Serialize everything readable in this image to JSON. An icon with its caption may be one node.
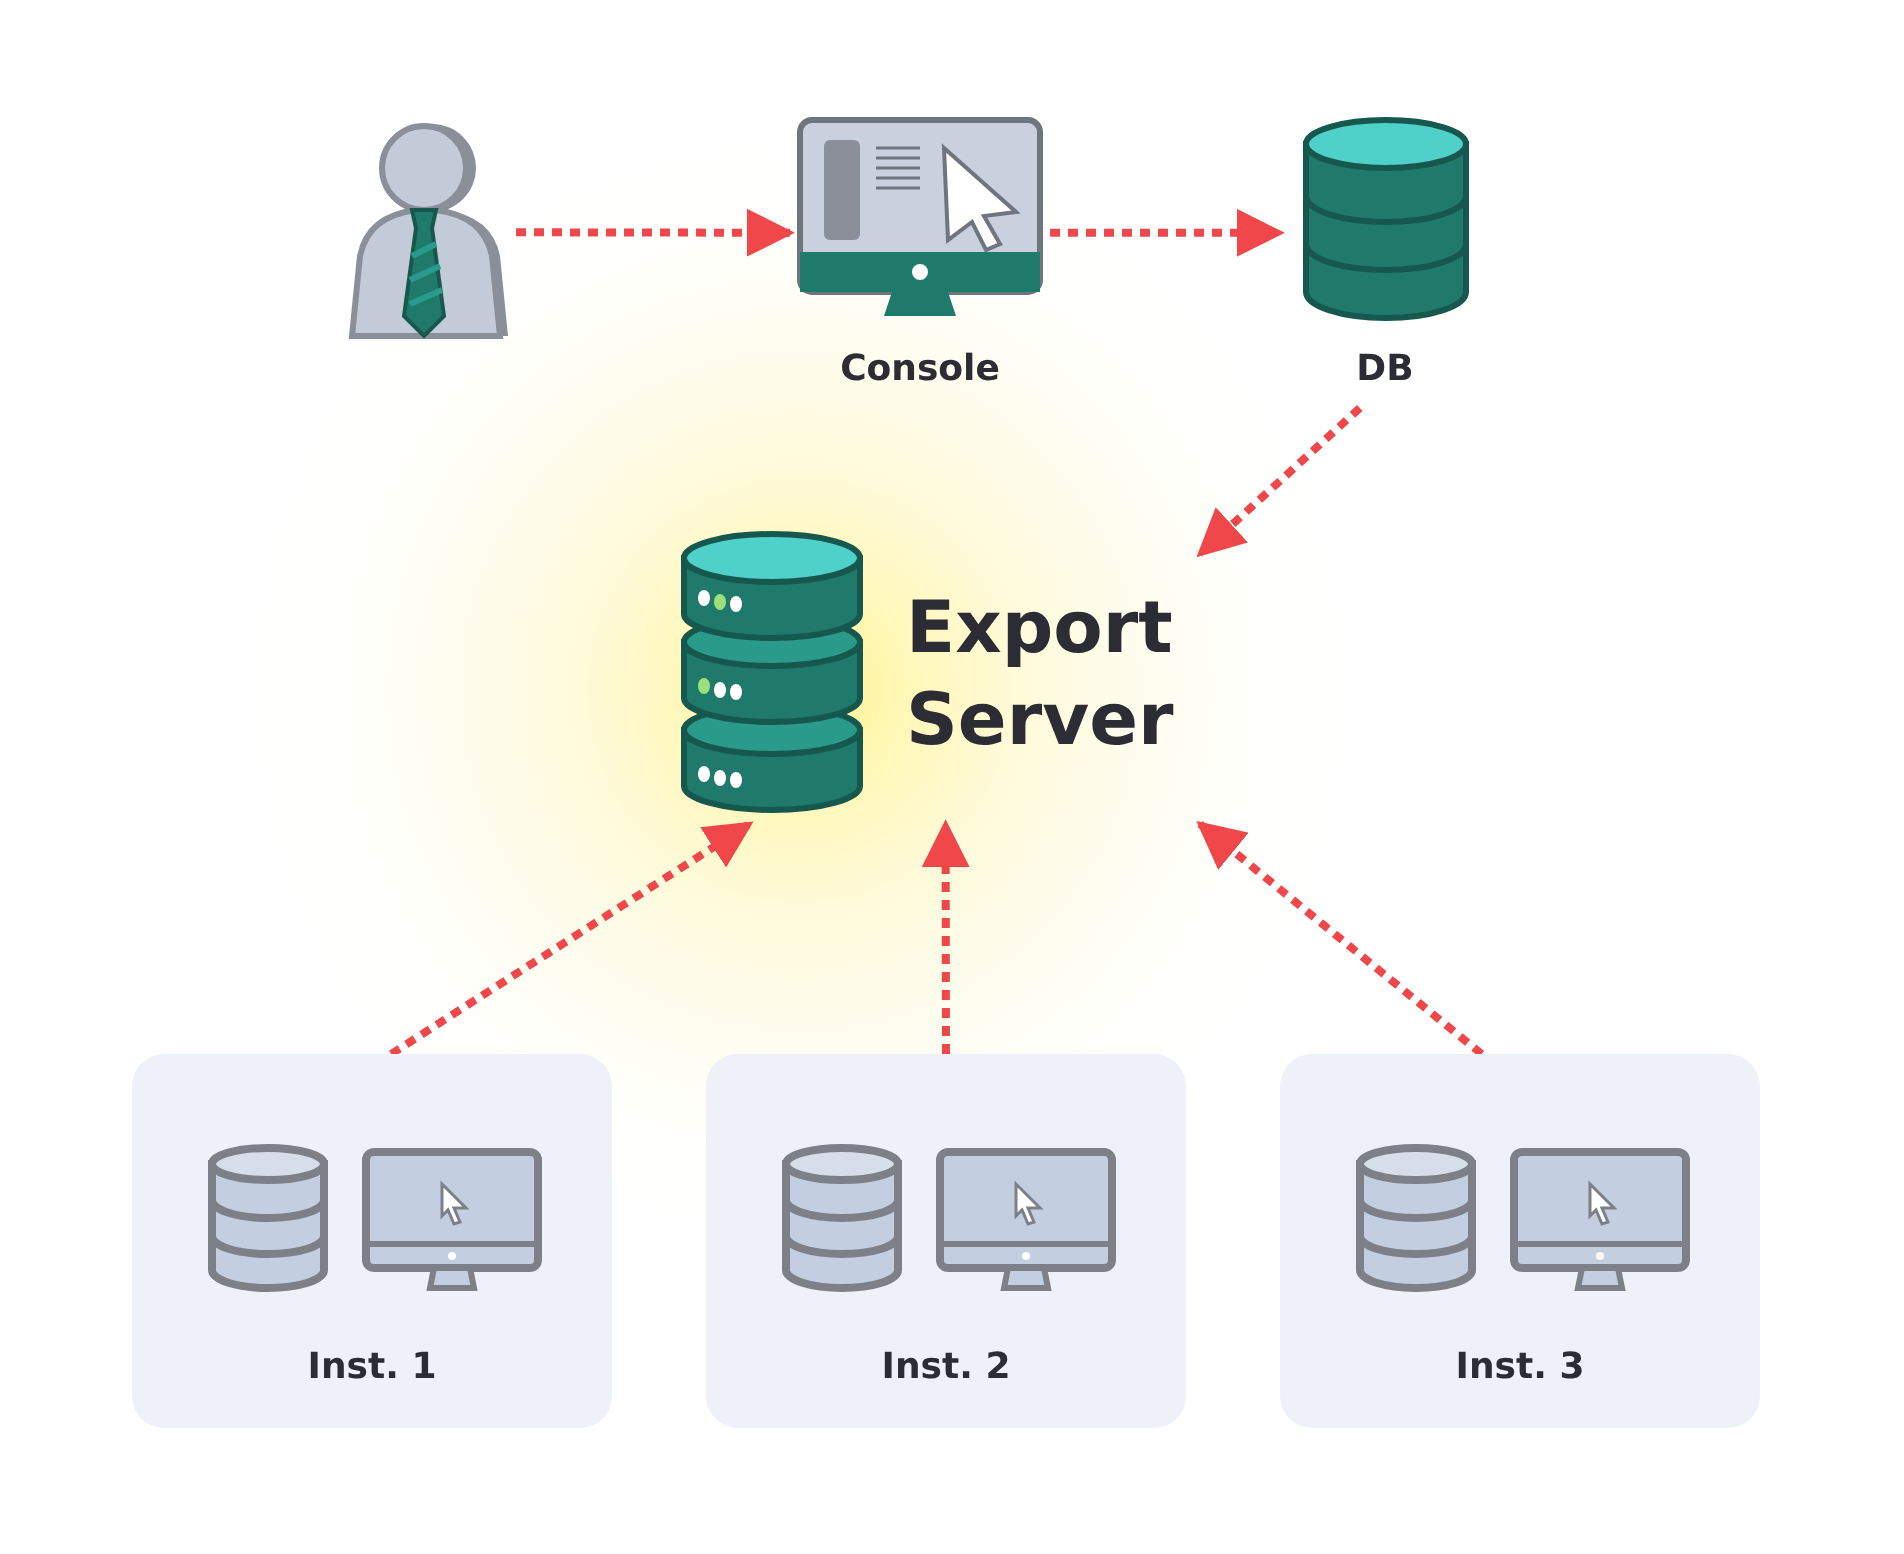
{
  "diagram": {
    "nodes": [
      {
        "text": [],
        "shape": "person"
      },
      {
        "text": [
          "Console"
        ]
      },
      {
        "text": [
          "DB"
        ]
      },
      {
        "text": [
          "Export Server"
        ]
      },
      {
        "text": [
          "Inst. 1"
        ]
      },
      {
        "text": [
          "Inst. 2"
        ]
      },
      {
        "text": [
          "Inst. 3"
        ]
      }
    ],
    "edges": [
      {
        "from": 0,
        "to": 1,
        "arrow": "to",
        "style": "dashed"
      },
      {
        "from": 1,
        "to": 2,
        "arrow": "to",
        "style": "dashed"
      },
      {
        "from": 2,
        "to": 3,
        "arrow": "to",
        "style": "dashed"
      },
      {
        "from": 4,
        "to": 3,
        "arrow": "to",
        "style": "dashed"
      },
      {
        "from": 5,
        "to": 3,
        "arrow": "to",
        "style": "dashed"
      },
      {
        "from": 6,
        "to": 3,
        "arrow": "to",
        "style": "dashed"
      }
    ]
  }
}
